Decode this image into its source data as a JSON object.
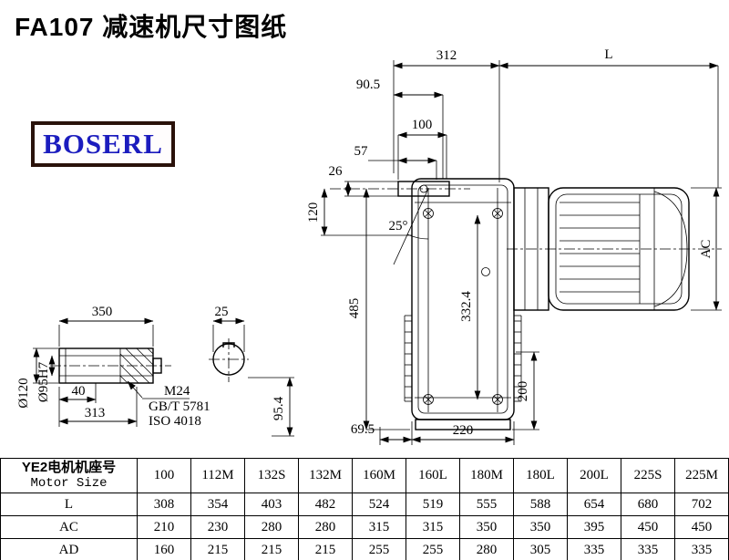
{
  "page": {
    "title": "FA107 减速机尺寸图纸",
    "logo_text": "BOSERL"
  },
  "dims": {
    "top_width": "312",
    "motor_length": "L",
    "d90_5": "90.5",
    "d100": "100",
    "d57": "57",
    "d26": "26",
    "d120": "120",
    "angle": "25°",
    "d485": "485",
    "d332_4": "332.4",
    "ac": "AC",
    "d200": "200",
    "d69_5": "69.5",
    "d220": "220",
    "d350": "350",
    "d25": "25",
    "dia120": "Ø120",
    "dia95h7": "Ø95H7",
    "d40": "40",
    "d313": "313",
    "thread": "M24",
    "standard_gb": "GB/T 5781",
    "standard_iso": "ISO 4018",
    "d95_4": "95.4"
  },
  "table": {
    "header_cn": "YE2电机机座号",
    "header_en": "Motor Size",
    "columns": [
      "100",
      "112M",
      "132S",
      "132M",
      "160M",
      "160L",
      "180M",
      "180L",
      "200L",
      "225S",
      "225M"
    ],
    "rows": [
      {
        "label": "L",
        "values": [
          "308",
          "354",
          "403",
          "482",
          "524",
          "519",
          "555",
          "588",
          "654",
          "680",
          "702"
        ]
      },
      {
        "label": "AC",
        "values": [
          "210",
          "230",
          "280",
          "280",
          "315",
          "315",
          "350",
          "350",
          "395",
          "450",
          "450"
        ]
      },
      {
        "label": "AD",
        "values": [
          "160",
          "215",
          "215",
          "215",
          "255",
          "255",
          "280",
          "305",
          "335",
          "335",
          "335"
        ]
      }
    ]
  }
}
